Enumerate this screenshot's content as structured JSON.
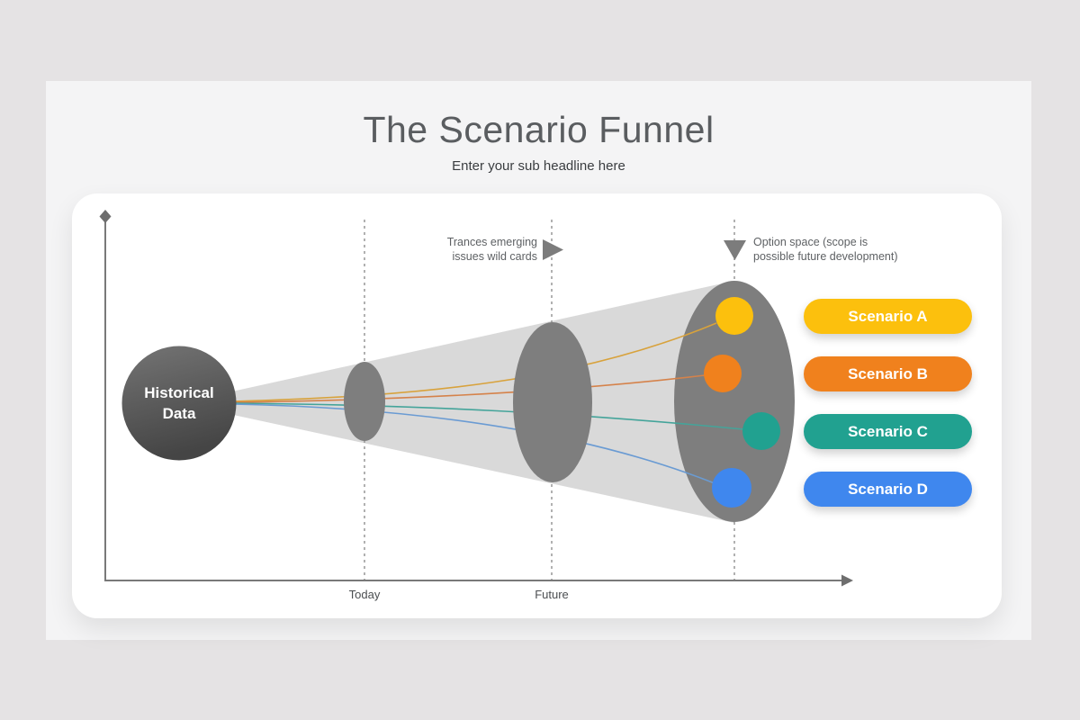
{
  "slide": {
    "title": "The Scenario Funnel",
    "subtitle": "Enter your sub headline here"
  },
  "diagram": {
    "start_node": {
      "label_line1": "Historical",
      "label_line2": "Data"
    },
    "axis": {
      "x_labels": [
        {
          "text": "Today"
        },
        {
          "text": "Future"
        }
      ]
    },
    "annotations": {
      "left": {
        "line1": "Trances emerging",
        "line2": "issues wild cards"
      },
      "right": {
        "line1": "Option space (scope is",
        "line2": "possible future development)"
      }
    },
    "scenarios": [
      {
        "label": "Scenario A",
        "color": "#fcc00d",
        "line_color": "#d8a23c"
      },
      {
        "label": "Scenario B",
        "color": "#f0811d",
        "line_color": "#d5824a"
      },
      {
        "label": "Scenario C",
        "color": "#21a190",
        "line_color": "#44a49a"
      },
      {
        "label": "Scenario D",
        "color": "#3f87ee",
        "line_color": "#6a9bd3"
      }
    ],
    "colors": {
      "cone": "#d9d9d9",
      "ellipse": "#7e7e7e",
      "dashed_line": "#909090",
      "axis": "#797979",
      "arrowhead": "#6e6e6e",
      "annotation_arrow": "#7c7c7c",
      "circle_top": "#747474",
      "circle_bottom": "#454545"
    }
  }
}
